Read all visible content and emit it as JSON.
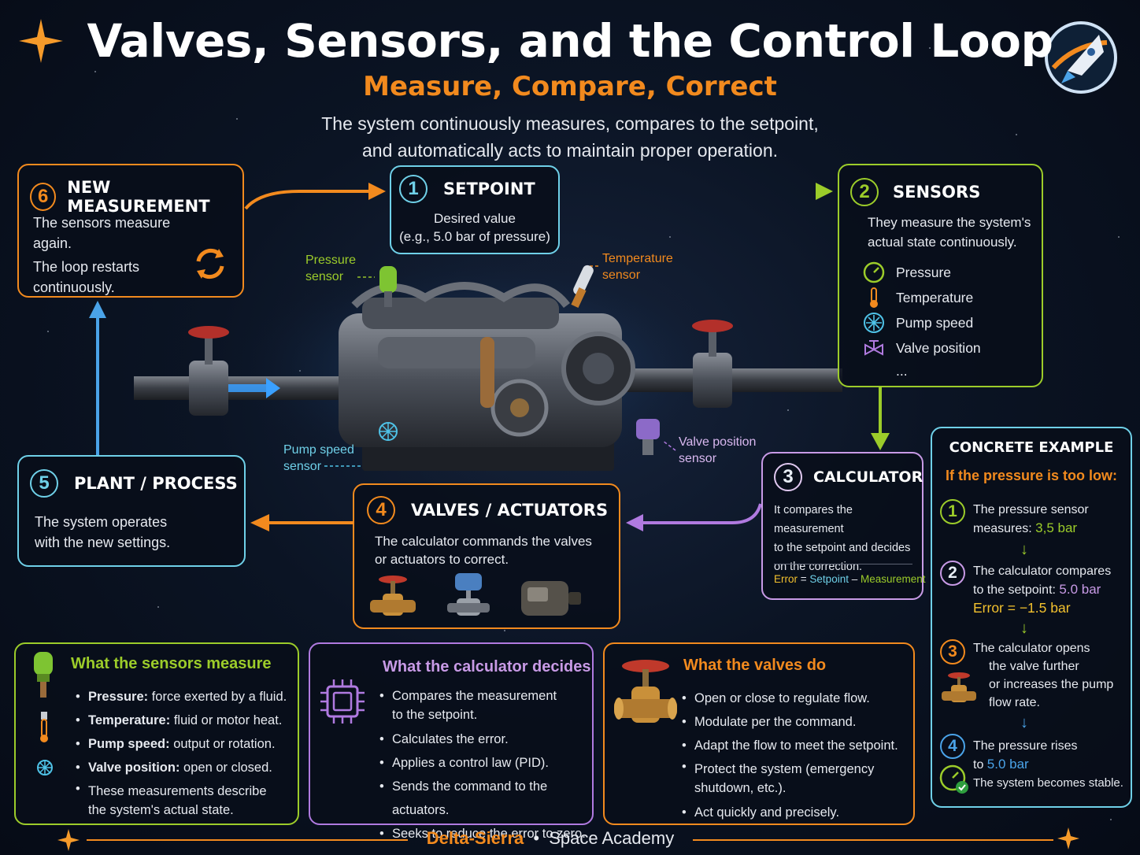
{
  "header": {
    "title": "Valves, Sensors, and the Control Loop",
    "subtitle": "Measure, Compare, Correct",
    "description_line1": "The system continuously measures, compares to the setpoint,",
    "description_line2": "and automatically acts to maintain proper operation."
  },
  "steps": {
    "new_measurement": {
      "number": "6",
      "title": "NEW MEASUREMENT",
      "line1": "The sensors measure again.",
      "line2": "The loop restarts",
      "line3": "continuously."
    },
    "setpoint": {
      "number": "1",
      "title": "SETPOINT",
      "line1": "Desired value",
      "line2": "(e.g., 5.0 bar of pressure)"
    },
    "sensors": {
      "number": "2",
      "title": "SENSORS",
      "line1": "They measure the system's",
      "line2": "actual state continuously.",
      "items": [
        "Pressure",
        "Temperature",
        "Pump speed",
        "Valve position",
        "..."
      ]
    },
    "calculator": {
      "number": "3",
      "title": "CALCULATOR",
      "line1": "It compares the measurement",
      "line2": "to the setpoint and decides",
      "line3": "on the correction.",
      "formula_error": "Error",
      "formula_eq": "=",
      "formula_setpoint": "Setpoint",
      "formula_minus": "–",
      "formula_measurement": "Measurement"
    },
    "valves": {
      "number": "4",
      "title": "VALVES / ACTUATORS",
      "line1": "The calculator commands the valves",
      "line2": "or actuators to correct."
    },
    "plant": {
      "number": "5",
      "title": "PLANT / PROCESS",
      "line1": "The system operates",
      "line2": "with the new settings."
    }
  },
  "machine_labels": {
    "pressure_sensor_1": "Pressure",
    "pressure_sensor_2": "sensor",
    "temperature_sensor_1": "Temperature",
    "temperature_sensor_2": "sensor",
    "pump_speed_sensor_1": "Pump speed",
    "pump_speed_sensor_2": "sensor",
    "valve_position_sensor_1": "Valve position",
    "valve_position_sensor_2": "sensor"
  },
  "example": {
    "title": "CONCRETE EXAMPLE",
    "subtitle": "If the pressure is too low:",
    "step1": {
      "number": "1",
      "text1": "The pressure sensor",
      "text2": "measures: ",
      "value": "3,5 bar"
    },
    "step2": {
      "number": "2",
      "text1": "The calculator compares",
      "text2": "to the setpoint: ",
      "value": "5.0 bar",
      "error": "Error = −1.5 bar"
    },
    "step3": {
      "number": "3",
      "text1": "The calculator opens",
      "text2": "the valve further",
      "text3": "or increases the pump",
      "text4": "flow rate."
    },
    "step4": {
      "number": "4",
      "text1": "The pressure rises",
      "text2": "to ",
      "value": "5.0 bar",
      "text3": "The system becomes stable."
    }
  },
  "panels": {
    "sensors_measure": {
      "title": "What the sensors measure",
      "items": [
        {
          "bold": "Pressure:",
          "rest": " force exerted by a fluid."
        },
        {
          "bold": "Temperature:",
          "rest": " fluid or motor heat."
        },
        {
          "bold": "Pump speed:",
          "rest": " output or rotation."
        },
        {
          "bold": "Valve position:",
          "rest": " open or closed."
        }
      ],
      "note1": "These measurements describe",
      "note2": "the system's actual state."
    },
    "calculator_decides": {
      "title": "What the calculator decides",
      "items": [
        "Compares the measurement",
        "to the setpoint.",
        "Calculates the error.",
        "Applies a control law (PID).",
        "Sends the command to the actuators.",
        "Seeks to reduce the error to zero."
      ]
    },
    "valves_do": {
      "title": "What the valves do",
      "items": [
        "Open or close to regulate flow.",
        "Modulate per the command.",
        "Adapt the flow to meet the setpoint.",
        "Protect the system (emergency",
        "shutdown, etc.).",
        "Act quickly and precisely."
      ]
    }
  },
  "footer": {
    "brand": "Delta-Sierra",
    "separator": "•",
    "academy": "Space Academy"
  },
  "icons": [
    "sparkle-icon",
    "rocket-logo-icon",
    "refresh-cycle-icon",
    "gauge-icon",
    "thermometer-icon",
    "fan-icon",
    "valve-icon",
    "microchip-icon",
    "check-gauge-icon"
  ],
  "colors": {
    "background": "#0b1424",
    "orange": "#f28a1e",
    "blue": "#4aa3e8",
    "cyan": "#6fd0e8",
    "green": "#9ccc2a",
    "purple": "#b07ae0",
    "lilac": "#d9b8f0",
    "white": "#ffffff"
  }
}
